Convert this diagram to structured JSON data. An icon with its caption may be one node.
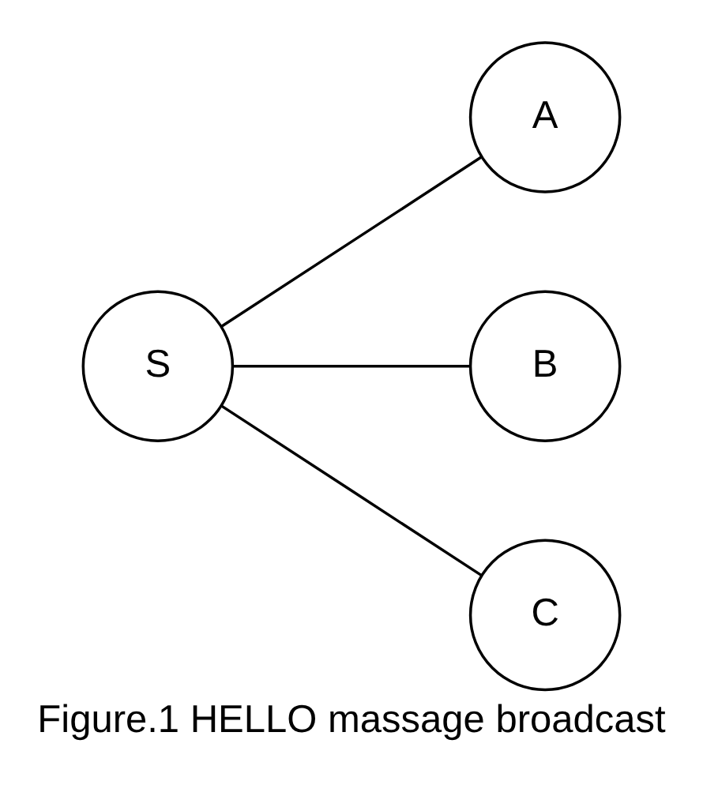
{
  "diagram": {
    "caption": "Figure.1 HELLO massage broadcast",
    "nodes": [
      {
        "text": [
          "S"
        ]
      },
      {
        "text": [
          "A"
        ]
      },
      {
        "text": [
          "B"
        ]
      },
      {
        "text": [
          "C"
        ]
      }
    ],
    "edges": [
      {
        "from": 0,
        "to": 1,
        "arrow": "none"
      },
      {
        "from": 0,
        "to": 2,
        "arrow": "none"
      },
      {
        "from": 0,
        "to": 3,
        "arrow": "none"
      }
    ]
  }
}
